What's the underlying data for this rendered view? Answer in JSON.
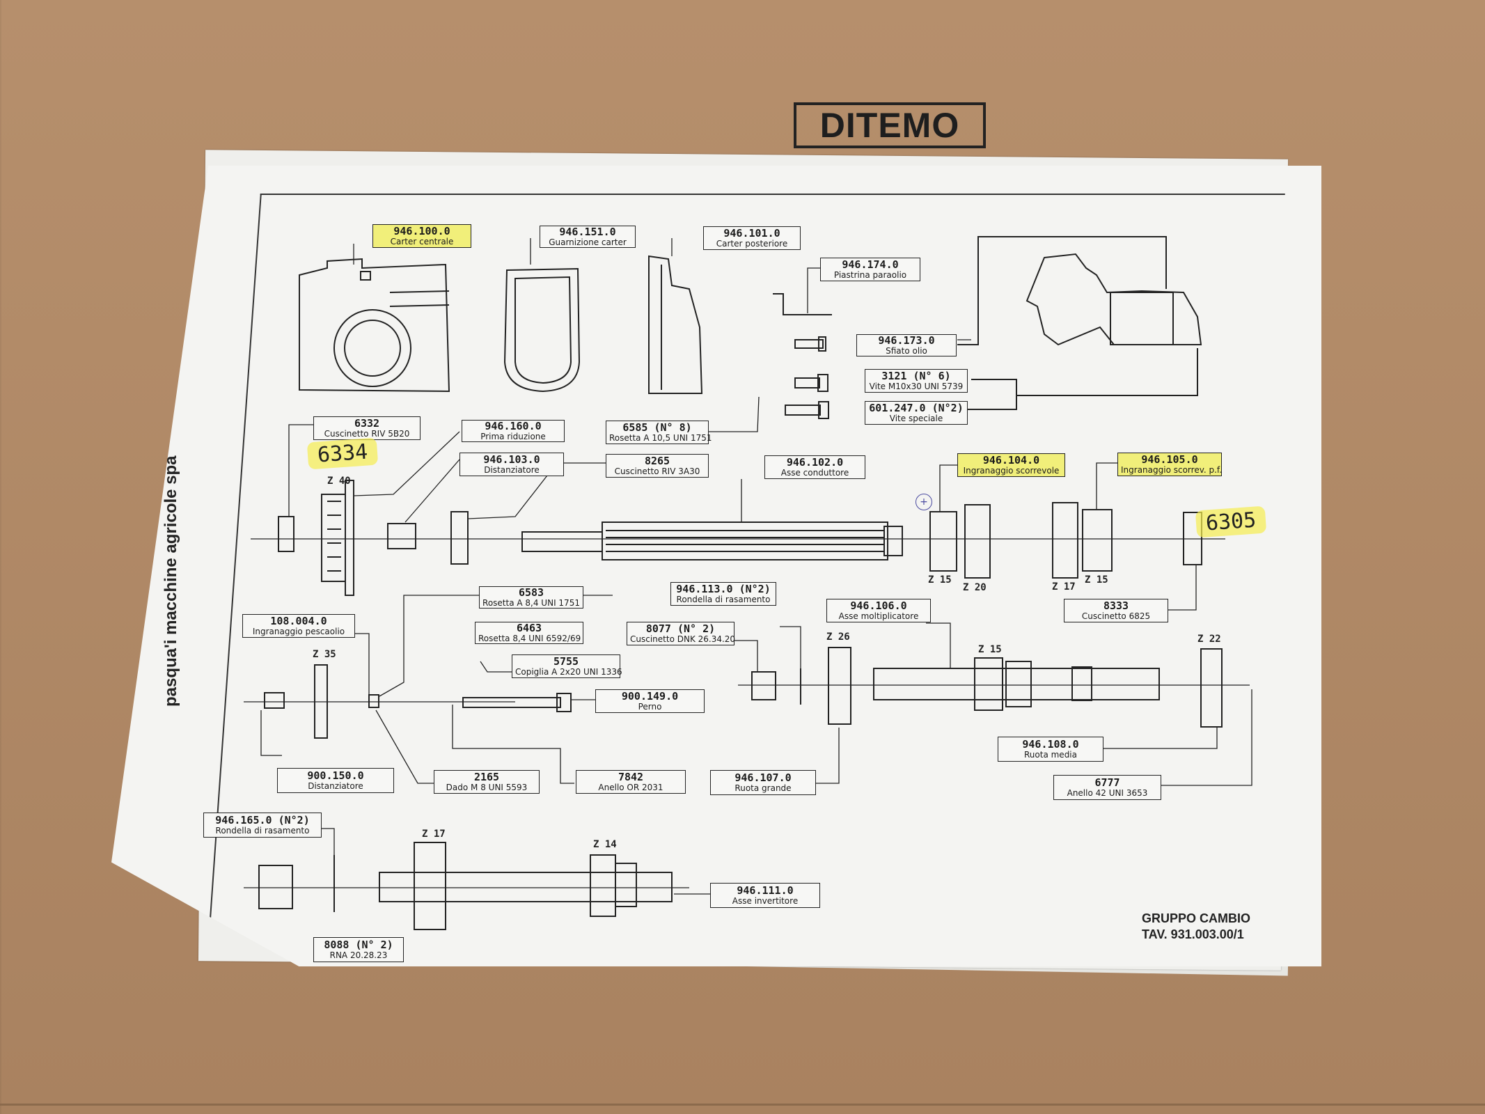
{
  "stamp": "DITEMO",
  "sheet": {
    "company": "pasqua'i macchine agricole spa",
    "group_title": "GRUPPO CAMBIO",
    "table_ref": "TAV. 931.003.00/1"
  },
  "handwritten": {
    "left_note": "6334",
    "right_note": "6305",
    "circle_mark": "+"
  },
  "labels": [
    {
      "id": "carter-centrale",
      "code": "946.100.0",
      "desc": "Carter centrale",
      "highlight": true
    },
    {
      "id": "guarnizione-carter",
      "code": "946.151.0",
      "desc": "Guarnizione carter",
      "highlight": false
    },
    {
      "id": "carter-posteriore",
      "code": "946.101.0",
      "desc": "Carter posteriore",
      "highlight": false
    },
    {
      "id": "piastrina-paraolio",
      "code": "946.174.0",
      "desc": "Piastrina paraolio",
      "highlight": false
    },
    {
      "id": "sfiato-olio",
      "code": "946.173.0",
      "desc": "Sfiato olio",
      "highlight": false
    },
    {
      "id": "vite-m10",
      "code": "3121   (N° 6)",
      "desc": "Vite M10x30 UNI 5739",
      "highlight": false
    },
    {
      "id": "vite-speciale",
      "code": "601.247.0 (N°2)",
      "desc": "Vite speciale",
      "highlight": false
    },
    {
      "id": "cuscinetto-riv-5b20",
      "code": "6332",
      "desc": "Cuscinetto RIV 5B20",
      "highlight": false
    },
    {
      "id": "prima-riduzione",
      "code": "946.160.0",
      "desc": "Prima riduzione",
      "highlight": false
    },
    {
      "id": "rosetta-a10",
      "code": "6585   (N° 8)",
      "desc": "Rosetta A 10,5 UNI 1751",
      "highlight": false
    },
    {
      "id": "distanziatore-1",
      "code": "946.103.0",
      "desc": "Distanziatore",
      "highlight": false
    },
    {
      "id": "cuscinetto-riv-3a30",
      "code": "8265",
      "desc": "Cuscinetto RIV 3A30",
      "highlight": false
    },
    {
      "id": "asse-conduttore",
      "code": "946.102.0",
      "desc": "Asse conduttore",
      "highlight": false
    },
    {
      "id": "ingranaggio-scorrevole",
      "code": "946.104.0",
      "desc": "Ingranaggio scorrevole",
      "highlight": true
    },
    {
      "id": "ingranaggio-scorrev-pf",
      "code": "946.105.0",
      "desc": "Ingranaggio scorrev. p.f.",
      "highlight": true
    },
    {
      "id": "rosetta-a84",
      "code": "6583",
      "desc": "Rosetta A 8,4 UNI 1751",
      "highlight": false
    },
    {
      "id": "rondella-rasamento-1",
      "code": "946.113.0 (N°2)",
      "desc": "Rondella di rasamento",
      "highlight": false
    },
    {
      "id": "asse-moltiplicatore",
      "code": "946.106.0",
      "desc": "Asse moltiplicatore",
      "highlight": false
    },
    {
      "id": "cuscinetto-6825",
      "code": "8333",
      "desc": "Cuscinetto 6825",
      "highlight": false
    },
    {
      "id": "ingranaggio-pescaolio",
      "code": "108.004.0",
      "desc": "Ingranaggio pescaolio",
      "highlight": false
    },
    {
      "id": "rosetta-84-6592",
      "code": "6463",
      "desc": "Rosetta 8,4 UNI 6592/69",
      "highlight": false
    },
    {
      "id": "cuscinetto-dnk",
      "code": "8077  (N° 2)",
      "desc": "Cuscinetto DNK 26.34.20",
      "highlight": false
    },
    {
      "id": "copiglia",
      "code": "5755",
      "desc": "Copiglia A 2x20 UNI 1336",
      "highlight": false
    },
    {
      "id": "perno",
      "code": "900.149.0",
      "desc": "Perno",
      "highlight": false
    },
    {
      "id": "ruota-media",
      "code": "946.108.0",
      "desc": "Ruota media",
      "highlight": false
    },
    {
      "id": "distanziatore-2",
      "code": "900.150.0",
      "desc": "Distanziatore",
      "highlight": false
    },
    {
      "id": "dado-m8",
      "code": "2165",
      "desc": "Dado M 8 UNI 5593",
      "highlight": false
    },
    {
      "id": "anello-or",
      "code": "7842",
      "desc": "Anello OR 2031",
      "highlight": false
    },
    {
      "id": "ruota-grande",
      "code": "946.107.0",
      "desc": "Ruota grande",
      "highlight": false
    },
    {
      "id": "anello-42",
      "code": "6777",
      "desc": "Anello 42 UNI 3653",
      "highlight": false
    },
    {
      "id": "rondella-rasamento-2",
      "code": "946.165.0 (N°2)",
      "desc": "Rondella di rasamento",
      "highlight": false
    },
    {
      "id": "asse-invertitore",
      "code": "946.111.0",
      "desc": "Asse invertitore",
      "highlight": false
    },
    {
      "id": "rna",
      "code": "8088  (N° 2)",
      "desc": "RNA 20.28.23",
      "highlight": false
    }
  ],
  "gear_teeth": [
    "Z 40",
    "Z 15",
    "Z 20",
    "Z 17",
    "Z 15",
    "Z 35",
    "Z 26",
    "Z 15",
    "Z 22",
    "Z 17",
    "Z 14"
  ]
}
